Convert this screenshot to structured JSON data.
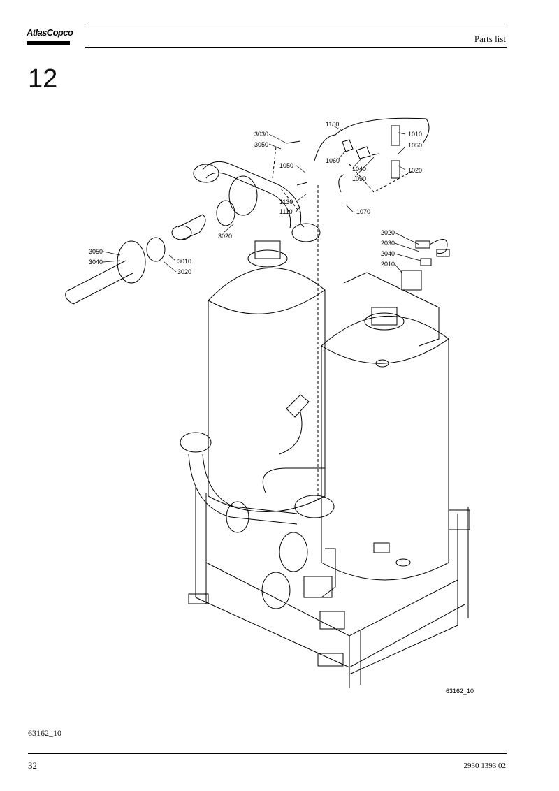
{
  "header": {
    "logo_text": "AtlasCopco",
    "title": "Parts list"
  },
  "section_number": "12",
  "drawing": {
    "figure_id": "63162_10",
    "callouts": [
      "3030",
      "3050",
      "1100",
      "1010",
      "1050",
      "1020",
      "1060",
      "1040",
      "1090",
      "1050",
      "1130",
      "1110",
      "1070",
      "3020",
      "2020",
      "2030",
      "2040",
      "2010",
      "3050",
      "3040",
      "3010",
      "3020"
    ]
  },
  "footer": {
    "figure_ref": "63162_10",
    "page_number": "32",
    "document_number": "2930 1393 02"
  }
}
